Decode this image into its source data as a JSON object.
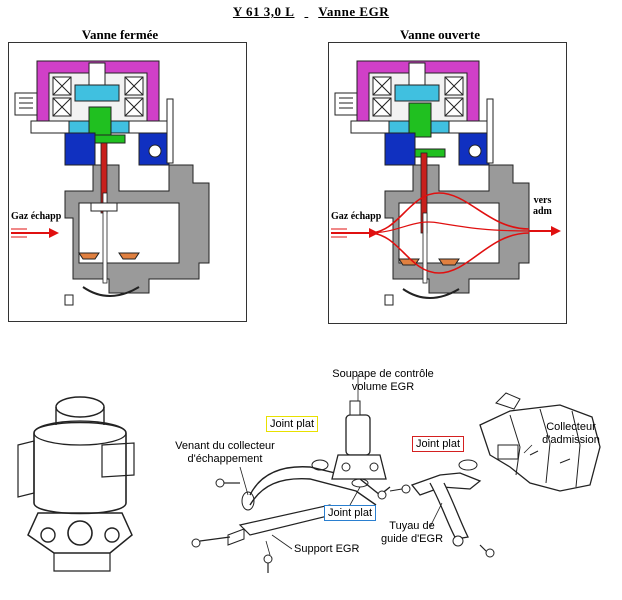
{
  "header": {
    "model": "Y 61 3,0 L",
    "subject": "Vanne EGR"
  },
  "panels": {
    "closed": {
      "caption": "Vanne fermée",
      "inlet_label": "Gaz échapp"
    },
    "open": {
      "caption": "Vanne ouverte",
      "inlet_label": "Gaz échapp",
      "outlet_label_line1": "vers",
      "outlet_label_line2": "adm"
    }
  },
  "exploded": {
    "soupape_line1": "Soupape de contrôle",
    "soupape_line2": "volume EGR",
    "joint_yellow": "Joint plat",
    "joint_blue": "Joint plat",
    "joint_red": "Joint plat",
    "venant_line1": "Venant  du collecteur",
    "venant_line2": "d'échappement",
    "support": "Support EGR",
    "tuyau_line1": "Tuyau de",
    "tuyau_line2": "guide d'EGR",
    "collecteur_line1": "Collecteur",
    "collecteur_line2": "d'admission"
  },
  "colors": {
    "tag_yellow": "#e8e000",
    "tag_blue": "#2a7fd0",
    "tag_red": "#d42020",
    "coil_magenta": "#d040c8",
    "stem_red": "#c8201c",
    "actuator_green": "#20c020",
    "actuator_cyan": "#40c0e0",
    "body_blue": "#1030c0",
    "body_gray": "#9a9a9a",
    "seal_orange": "#e08040",
    "arrow_red": "#e01010"
  }
}
